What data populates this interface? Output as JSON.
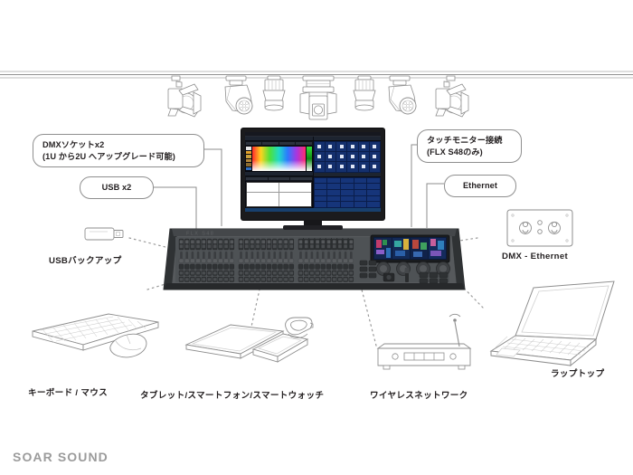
{
  "diagram": {
    "title": "FLX lighting console connectivity diagram",
    "brand": "SOAR SOUND"
  },
  "callouts": [
    {
      "id": "dmx-sockets",
      "label": "DMXソケットx2\n(1U から2U へアップグレード可能)"
    },
    {
      "id": "usb-x2",
      "label": "USB x2"
    },
    {
      "id": "touch-monitor",
      "label": "タッチモニター接続\n(FLX S48のみ)"
    },
    {
      "id": "ethernet",
      "label": "Ethernet"
    }
  ],
  "devices": [
    {
      "id": "usb-backup",
      "label": "USBバックアップ"
    },
    {
      "id": "keyboard-mouse",
      "label": "キーボード / マウス"
    },
    {
      "id": "tablet-phone-watch",
      "label": "タブレット/スマートフォン/スマートウォッチ"
    },
    {
      "id": "wireless-network",
      "label": "ワイヤレスネットワーク"
    },
    {
      "id": "dmx-ethernet",
      "label": "DMX - Ethernet"
    },
    {
      "id": "laptop",
      "label": "ラップトップ"
    }
  ],
  "colors": {
    "line": "#8e8e8e",
    "text": "#231f20",
    "brand_text": "#9b9b9b",
    "console_body": "#4b4f52",
    "console_dark": "#2b2d2f",
    "screen_blue": "#0a1d4a",
    "background": "#ffffff"
  },
  "monitor": {
    "name": "touch-monitor",
    "panels": [
      "colour-picker",
      "cue-list",
      "playback-grid",
      "palette-grid"
    ]
  },
  "fixtures": {
    "count": 7,
    "types": [
      "fresnel-barndoor",
      "moving-head-spot",
      "profile",
      "moving-head-wash",
      "profile",
      "moving-head-spot",
      "fresnel-barndoor"
    ]
  }
}
